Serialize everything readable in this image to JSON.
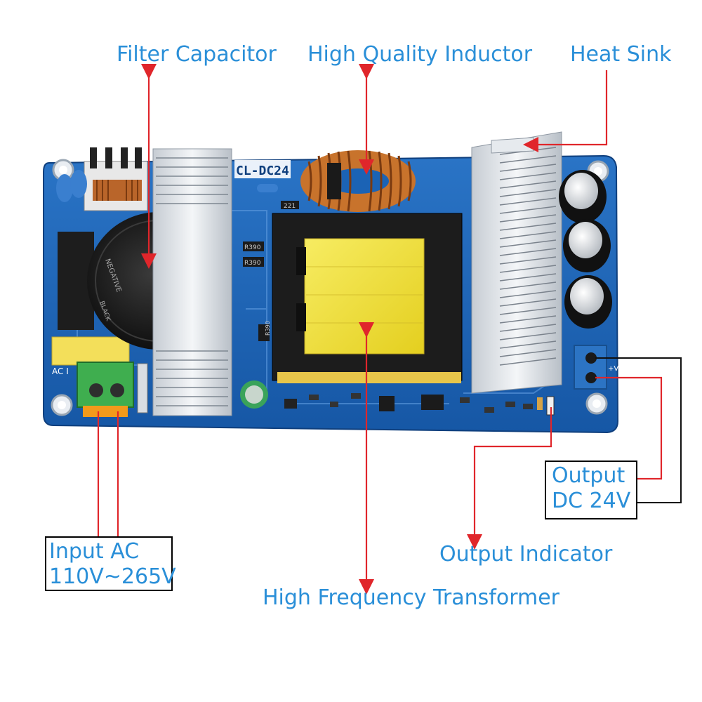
{
  "labels": {
    "filter_capacitor": "Filter Capacitor",
    "high_quality_inductor": "High Quality Inductor",
    "heat_sink": "Heat Sink",
    "input_ac_line1": "Input AC",
    "input_ac_line2": "110V~265V",
    "high_frequency_transformer": "High Frequency Transformer",
    "output_indicator": "Output Indicator",
    "output_dc_line1": "Output",
    "output_dc_line2": "DC 24V"
  },
  "board": {
    "silkscreen_model": "CL-DC24",
    "resistor_a": "R390",
    "resistor_b": "R390",
    "resistor_c": "R390",
    "cap_text": "NEGATIVE",
    "cap_text2": "BLACK",
    "inductor_code": "221",
    "ac_marking": "AC I",
    "output_marking": "+V"
  },
  "colors": {
    "label_text": "#2a8fd8",
    "pointer_line": "#e0262b",
    "board": "#1b63b5",
    "heatsink": "#d8dde3",
    "transformer_core": "#1c1c1c",
    "transformer_tape": "#f0e23a",
    "copper": "#c8732c",
    "terminal_green": "#3fae4f",
    "terminal_blue": "#2c74c4"
  }
}
